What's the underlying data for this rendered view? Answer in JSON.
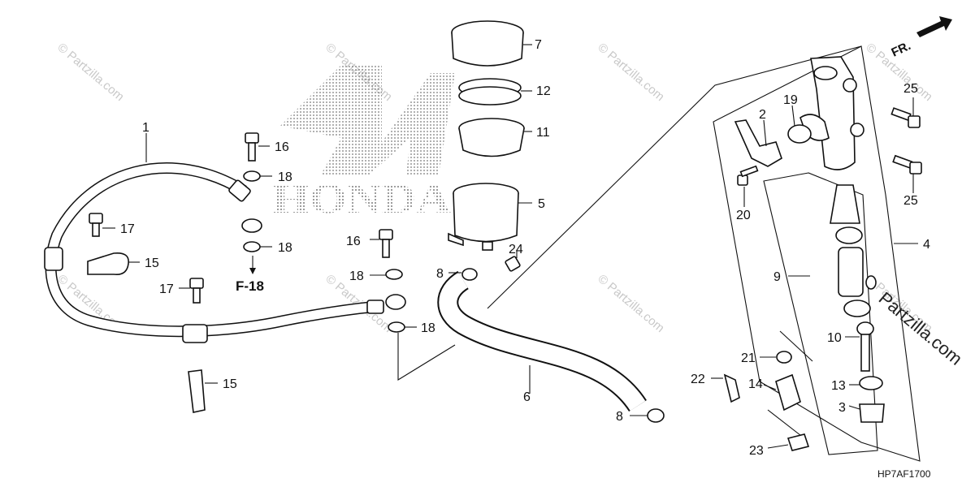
{
  "diagram": {
    "watermark_text": "© Partzilla.com",
    "brand_logo_text": "HONDA",
    "site_mark": "Partzilla.com",
    "direction_label": "FR.",
    "reference_label": "F-18",
    "diagram_code": "HP7AF1700",
    "callouts": [
      {
        "id": "c1",
        "label": "1"
      },
      {
        "id": "c2",
        "label": "2"
      },
      {
        "id": "c3",
        "label": "3"
      },
      {
        "id": "c4",
        "label": "4"
      },
      {
        "id": "c5",
        "label": "5"
      },
      {
        "id": "c6",
        "label": "6"
      },
      {
        "id": "c7",
        "label": "7"
      },
      {
        "id": "c8a",
        "label": "8"
      },
      {
        "id": "c8b",
        "label": "8"
      },
      {
        "id": "c9",
        "label": "9"
      },
      {
        "id": "c10",
        "label": "10"
      },
      {
        "id": "c11",
        "label": "11"
      },
      {
        "id": "c12",
        "label": "12"
      },
      {
        "id": "c13",
        "label": "13"
      },
      {
        "id": "c14",
        "label": "14"
      },
      {
        "id": "c15a",
        "label": "15"
      },
      {
        "id": "c15b",
        "label": "15"
      },
      {
        "id": "c16a",
        "label": "16"
      },
      {
        "id": "c16b",
        "label": "16"
      },
      {
        "id": "c17a",
        "label": "17"
      },
      {
        "id": "c17b",
        "label": "17"
      },
      {
        "id": "c18a",
        "label": "18"
      },
      {
        "id": "c18b",
        "label": "18"
      },
      {
        "id": "c18c",
        "label": "18"
      },
      {
        "id": "c18d",
        "label": "18"
      },
      {
        "id": "c19",
        "label": "19"
      },
      {
        "id": "c20",
        "label": "20"
      },
      {
        "id": "c21",
        "label": "21"
      },
      {
        "id": "c22",
        "label": "22"
      },
      {
        "id": "c23",
        "label": "23"
      },
      {
        "id": "c24",
        "label": "24"
      },
      {
        "id": "c25a",
        "label": "25"
      },
      {
        "id": "c25b",
        "label": "25"
      }
    ]
  }
}
